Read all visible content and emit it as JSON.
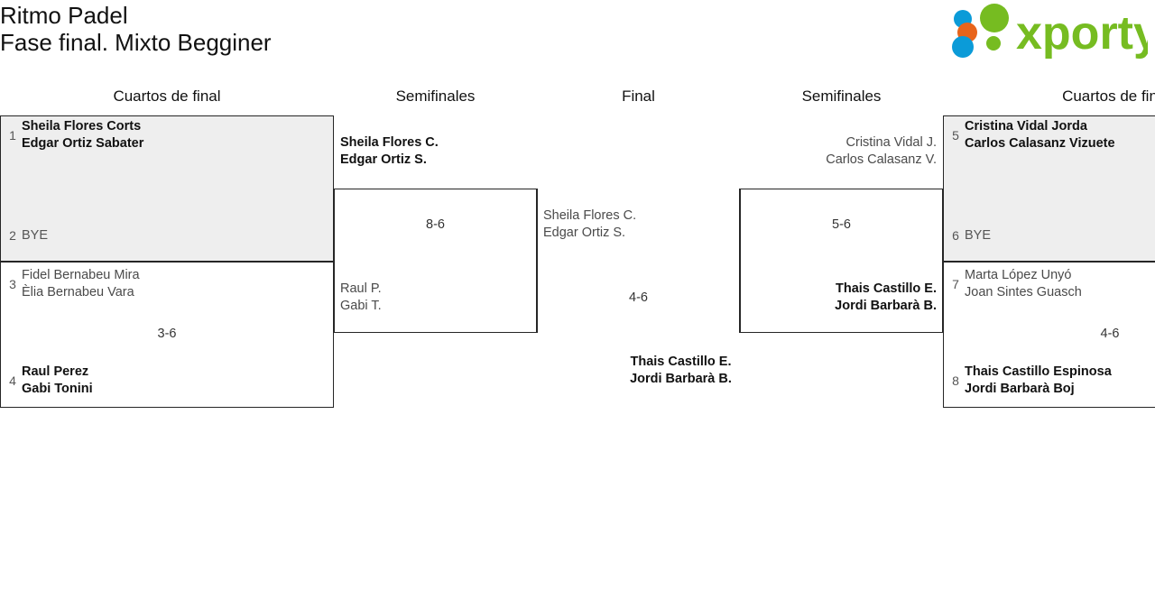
{
  "header": {
    "tournament": "Ritmo Padel",
    "phase": "Fase final. Mixto Begginer",
    "logo_text": "xporty",
    "logo_colors": {
      "green": "#76bc21",
      "blue": "#0b9bd8",
      "orange": "#e8641a"
    }
  },
  "rounds": {
    "qf_left": "Cuartos de final",
    "sf_left": "Semifinales",
    "final": "Final",
    "sf_right": "Semifinales",
    "qf_right": "Cuartos de fin"
  },
  "colors": {
    "box_border": "#262626",
    "box_filled": "#eeeeee",
    "winner_text": "#111111",
    "loser_text": "#4a4a4a"
  },
  "bracket": {
    "quarterfinals_left": [
      {
        "seed_top": "1",
        "top_line1": "Sheila Flores Corts",
        "top_line2": "Edgar Ortiz Sabater",
        "seed_bottom": "2",
        "bottom_label": "BYE",
        "score": ""
      },
      {
        "seed_top": "3",
        "top_line1": "Fidel Bernabeu Mira",
        "top_line2": "Èlia Bernabeu Vara",
        "seed_bottom": "4",
        "bottom_line1": "Raul Perez",
        "bottom_line2": "Gabi Tonini",
        "score": "3-6"
      }
    ],
    "quarterfinals_right": [
      {
        "seed_top": "5",
        "top_line1": "Cristina Vidal Jorda",
        "top_line2": "Carlos Calasanz Vizuete",
        "seed_bottom": "6",
        "bottom_label": "BYE",
        "score": ""
      },
      {
        "seed_top": "7",
        "top_line1": "Marta López Unyó",
        "top_line2": "Joan Sintes Guasch",
        "seed_bottom": "8",
        "bottom_line1": "Thais Castillo Espinosa",
        "bottom_line2": "Jordi Barbarà Boj",
        "score": "4-6"
      }
    ],
    "semifinal_left": {
      "top_line1": "Sheila Flores C.",
      "top_line2": "Edgar Ortiz S.",
      "bottom_line1": "Raul P.",
      "bottom_line2": "Gabi T.",
      "score": "8-6"
    },
    "semifinal_right": {
      "top_line1": "Cristina Vidal J.",
      "top_line2": "Carlos Calasanz V.",
      "bottom_line1": "Thais Castillo E.",
      "bottom_line2": "Jordi Barbarà B.",
      "score": "5-6"
    },
    "final": {
      "top_line1": "Sheila Flores C.",
      "top_line2": "Edgar Ortiz S.",
      "champion_line1": "Thais Castillo E.",
      "champion_line2": "Jordi Barbarà B.",
      "score": "4-6"
    }
  }
}
